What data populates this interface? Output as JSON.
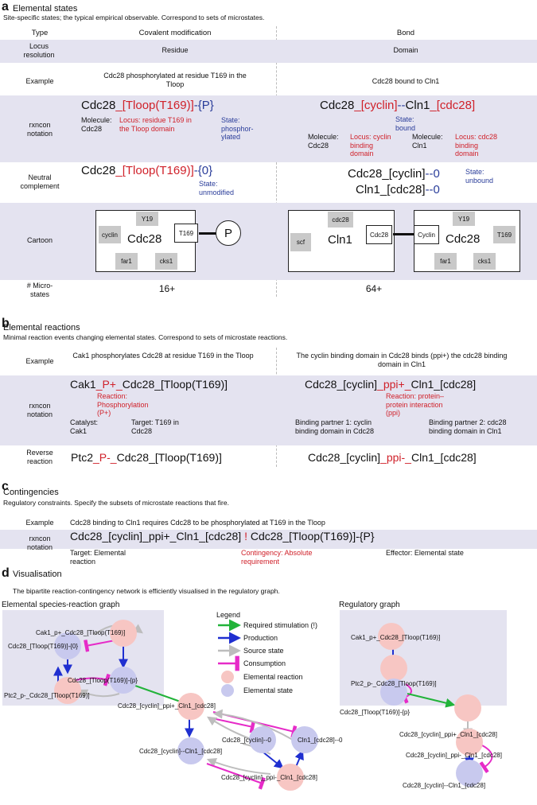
{
  "a": {
    "letter": "a",
    "title": "Elemental states",
    "subtitle": "Site-specific states; the typical empirical observable. Correspond to sets of microstates.",
    "header": {
      "type": "Type",
      "col1": "Covalent modification",
      "col2": "Bond"
    },
    "locus": {
      "label": "Locus resolution",
      "col1": "Residue",
      "col2": "Domain"
    },
    "example": {
      "label": "Example",
      "col1": "Cdc28 phosphorylated at residue T169 in the Tloop",
      "col2": "Cdc28 bound to Cln1"
    },
    "rxncon": {
      "label": "rxncon notation",
      "col1": {
        "p1": "Cdc28",
        "p2": "_[Tloop(T169)]",
        "p3": "-{P}",
        "mol": "Molecule: Cdc28",
        "locus": "Locus: residue T169 in the Tloop domain",
        "state": "State: phosphor- ylated"
      },
      "col2": {
        "p1": "Cdc28",
        "p2": "_[cyclin]",
        "p3": "--",
        "p4": "Cln1",
        "p5": "_[cdc28]",
        "state": "State: bound",
        "mol1": "Molecule: Cdc28",
        "locus1": "Locus: cyclin binding domain",
        "mol2": "Molecule: Cln1",
        "locus2": "Locus: cdc28 binding domain"
      }
    },
    "neutral": {
      "label": "Neutral complement",
      "col1": {
        "p1": "Cdc28",
        "p2": "_[Tloop(T169)]",
        "p3": "-{0}",
        "state": "State: unmodified"
      },
      "col2": {
        "l1a": "Cdc28_[cyclin]",
        "l1b": "--0",
        "l2a": "Cln1_[cdc28]",
        "l2b": "--0",
        "state": "State: unbound"
      }
    },
    "cartoon": {
      "label": "Cartoon",
      "cdc28": "Cdc28",
      "cyclin": "cyclin",
      "y19": "Y19",
      "t169": "T169",
      "far1": "far1",
      "cks1": "cks1",
      "p": "P",
      "cln1": "Cln1",
      "scf": "scf",
      "cdc28_site": "cdc28",
      "cdc28_box": "Cdc28",
      "cyclin_box": "Cyclin"
    },
    "micro": {
      "label": "# Micro- states",
      "col1": "16+",
      "col2": "64+"
    }
  },
  "b": {
    "letter": "b",
    "title": "Elemental reactions",
    "subtitle": "Minimal reaction events changing elemental states. Correspond to sets of microstate reactions.",
    "example": {
      "label": "Example",
      "col1": "Cak1 phosphorylates Cdc28 at residue T169 in the Tloop",
      "col2": "The cyclin binding domain in Cdc28 binds (ppi+) the cdc28 binding domain in Cln1"
    },
    "rxncon": {
      "label": "rxncon notation",
      "col1": {
        "p1": "Cak1",
        "p2": "_P+_",
        "p3": "Cdc28_[Tloop(T169)]",
        "reaction": "Reaction: Phosphorylation (P+)",
        "catalyst": "Catalyst: Cak1",
        "target": "Target: T169 in Cdc28"
      },
      "col2": {
        "p1": "Cdc28_[cyclin]",
        "p2": "_ppi+_",
        "p3": "Cln1_[cdc28]",
        "reaction": "Reaction: protein–protein interaction (ppi)",
        "bp1": "Binding partner 1: cyclin binding domain in Cdc28",
        "bp2": "Binding partner 2: cdc28 binding domain in Cln1"
      }
    },
    "reverse": {
      "label": "Reverse reaction",
      "col1": {
        "p1": "Ptc2",
        "p2": "_P-_",
        "p3": "Cdc28_[Tloop(T169)]"
      },
      "col2": {
        "p1": "Cdc28_[cyclin]",
        "p2": "_ppi-_",
        "p3": "Cln1_[cdc28]"
      }
    }
  },
  "c": {
    "letter": "c",
    "title": "Contingencies",
    "subtitle": "Regulatory constraints. Specify the subsets of microstate reactions that fire.",
    "example": {
      "label": "Example",
      "text": "Cdc28 binding to Cln1 requires Cdc28 to be phosphorylated at T169 in the Tloop"
    },
    "rxncon": {
      "label": "rxncon notation",
      "p1": "Cdc28_[cyclin]_ppi+_Cln1_[cdc28] ",
      "p2": "!",
      "p3": " Cdc28_[Tloop(T169)]-{P}",
      "target": "Target: Elemental reaction",
      "contingency": "Contingency: Absolute requirement",
      "effector": "Effector: Elemental state"
    }
  },
  "d": {
    "letter": "d",
    "title": "Visualisation",
    "subtitle": "The bipartite reaction-contingency network is efficiently visualised in the regulatory graph.",
    "left_title": "Elemental species-reaction graph",
    "right_title": "Regulatory graph",
    "legend": {
      "title": "Legend",
      "items": [
        "Required stimulation (!)",
        "Production",
        "Source state",
        "Consumption",
        "Elemental reaction",
        "Elemental state"
      ]
    },
    "colors": {
      "reaction": "#f7c6c3",
      "state": "#c8c9ee",
      "required": "#22b33a",
      "production": "#1f2fd0",
      "source": "#bdbdbd",
      "consumption": "#e62bc8"
    },
    "left_nodes": {
      "r_cak1": "Cak1_p+_Cdc28_[Tloop(T169)]",
      "s_0": "Cdc28_[Tloop(T169)]-{0}",
      "s_p": "Cdc28_[Tloop(T169)]-{p}",
      "r_ptc2": "Ptc2_p-_Cdc28_[Tloop(T169)]",
      "r_ppi_plus": "Cdc28_[cyclin]_ppi+_Cln1_[cdc28]",
      "s_cln1_0": "Cln1_[cdc28]--0",
      "s_cdc28_0": "Cdc28_[cyclin]--0",
      "s_bound": "Cdc28_[cyclin]--Cln1_[cdc28]",
      "r_ppi_minus": "Cdc28_[cyclin]_ppi-_Cln1_[cdc28]"
    },
    "right_nodes": {
      "r_cak1": "Cak1_p+_Cdc28_[Tloop(T169)]",
      "r_ptc2": "Ptc2_p-_Cdc28_[Tloop(T169)]",
      "s_p": "Cdc28_[Tloop(T169)]-{p}",
      "r_ppi_plus": "Cdc28_[cyclin]_ppi+_Cln1_[cdc28]",
      "r_ppi_minus": "Cdc28_[cyclin]_ppi-_Cln1_[cdc28]",
      "s_bound": "Cdc28_[cyclin]--Cln1_[cdc28]"
    }
  }
}
